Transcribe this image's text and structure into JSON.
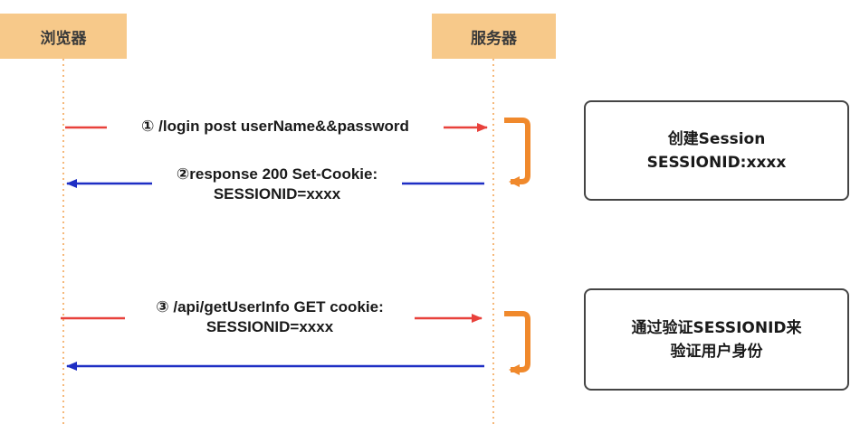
{
  "actors": {
    "browser": "浏览器",
    "server": "服务器"
  },
  "messages": {
    "login": {
      "line1": "① /login post userName&&password"
    },
    "response": {
      "line1": "②response 200 Set-Cookie:",
      "line2": "SESSIONID=xxxx"
    },
    "getuser": {
      "line1": "③ /api/getUserInfo GET cookie:",
      "line2": "SESSIONID=xxxx"
    }
  },
  "notes": {
    "create_session": {
      "line1": "创建Session",
      "line2": "SESSIONID:xxxx"
    },
    "verify": {
      "line1": "通过验证SESSIONID来",
      "line2": "验证用户身份"
    }
  },
  "colors": {
    "request_arrow": "#e8413b",
    "response_arrow": "#1e2ec4",
    "self_arrow": "#f0892c",
    "lifeline": "#f5b87a",
    "actor_fill": "#f7c98a"
  }
}
